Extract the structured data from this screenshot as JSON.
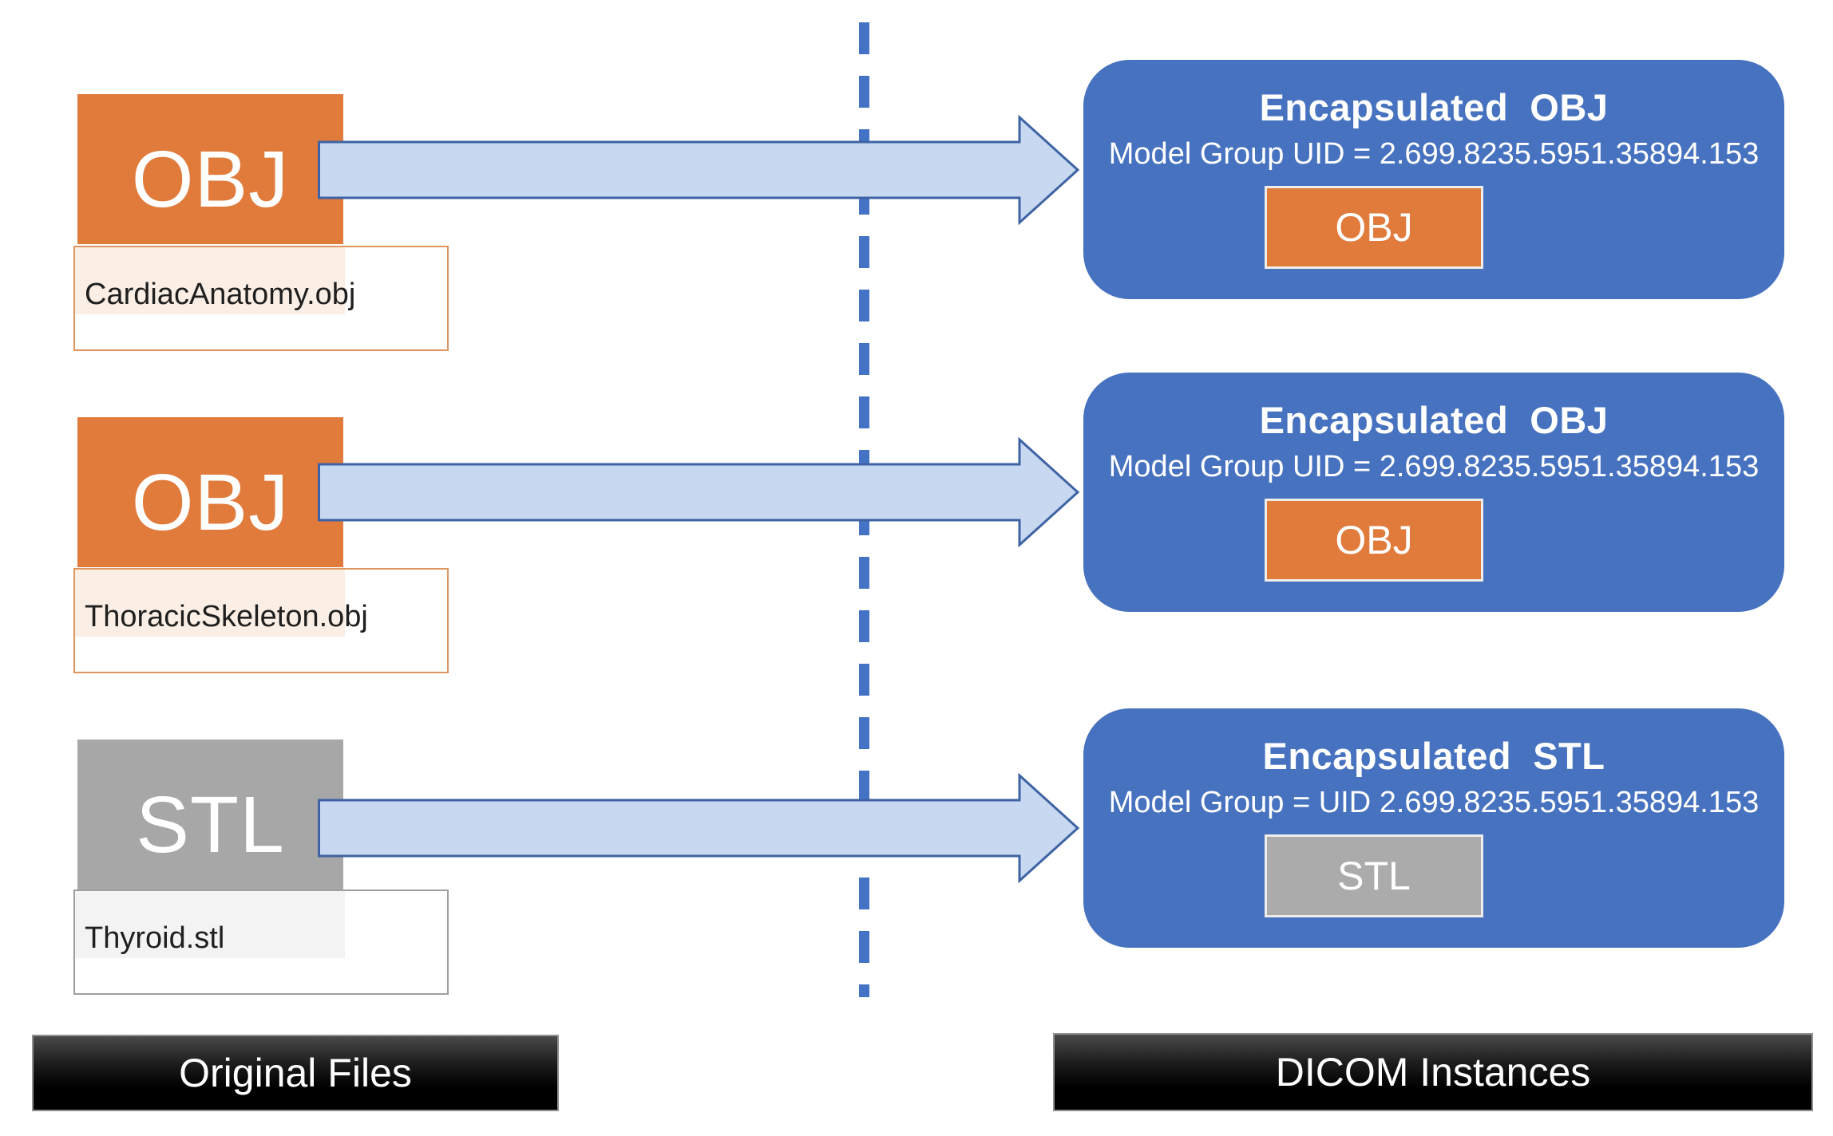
{
  "original_files": {
    "section_label": "Original Files",
    "items": [
      {
        "format": "OBJ",
        "filename": "CardiacAnatomy.obj",
        "variant": "obj"
      },
      {
        "format": "OBJ",
        "filename": "ThoracicSkeleton.obj",
        "variant": "obj"
      },
      {
        "format": "STL",
        "filename": "Thyroid.stl",
        "variant": "stl"
      }
    ]
  },
  "dicom_instances": {
    "section_label": "DICOM Instances",
    "items": [
      {
        "title": "Encapsulated  OBJ",
        "uid_line": "Model Group UID = 2.699.8235.5951.35894.153",
        "format": "OBJ",
        "variant": "obj"
      },
      {
        "title": "Encapsulated  OBJ",
        "uid_line": "Model Group UID = 2.699.8235.5951.35894.153",
        "format": "OBJ",
        "variant": "obj"
      },
      {
        "title": "Encapsulated  STL",
        "uid_line": "Model Group = UID 2.699.8235.5951.35894.153",
        "format": "STL",
        "variant": "stl"
      }
    ]
  },
  "colors": {
    "obj_fill": "#E07B3C",
    "obj_label_border": "#E09560",
    "obj_tint": "#FBEFE5",
    "stl_fill": "#A7A7A7",
    "stl_label_border": "#9E9E9E",
    "stl_tint": "#F3F3F3",
    "dicom_card_blue": "#4672BF",
    "arrow_fill": "#C7D8F0",
    "arrow_stroke": "#3E63A4",
    "divider_blue": "#4472C4",
    "footer_background": "#000000",
    "text_white": "#FFFFFF",
    "filename_text": "#1F1F1F"
  }
}
